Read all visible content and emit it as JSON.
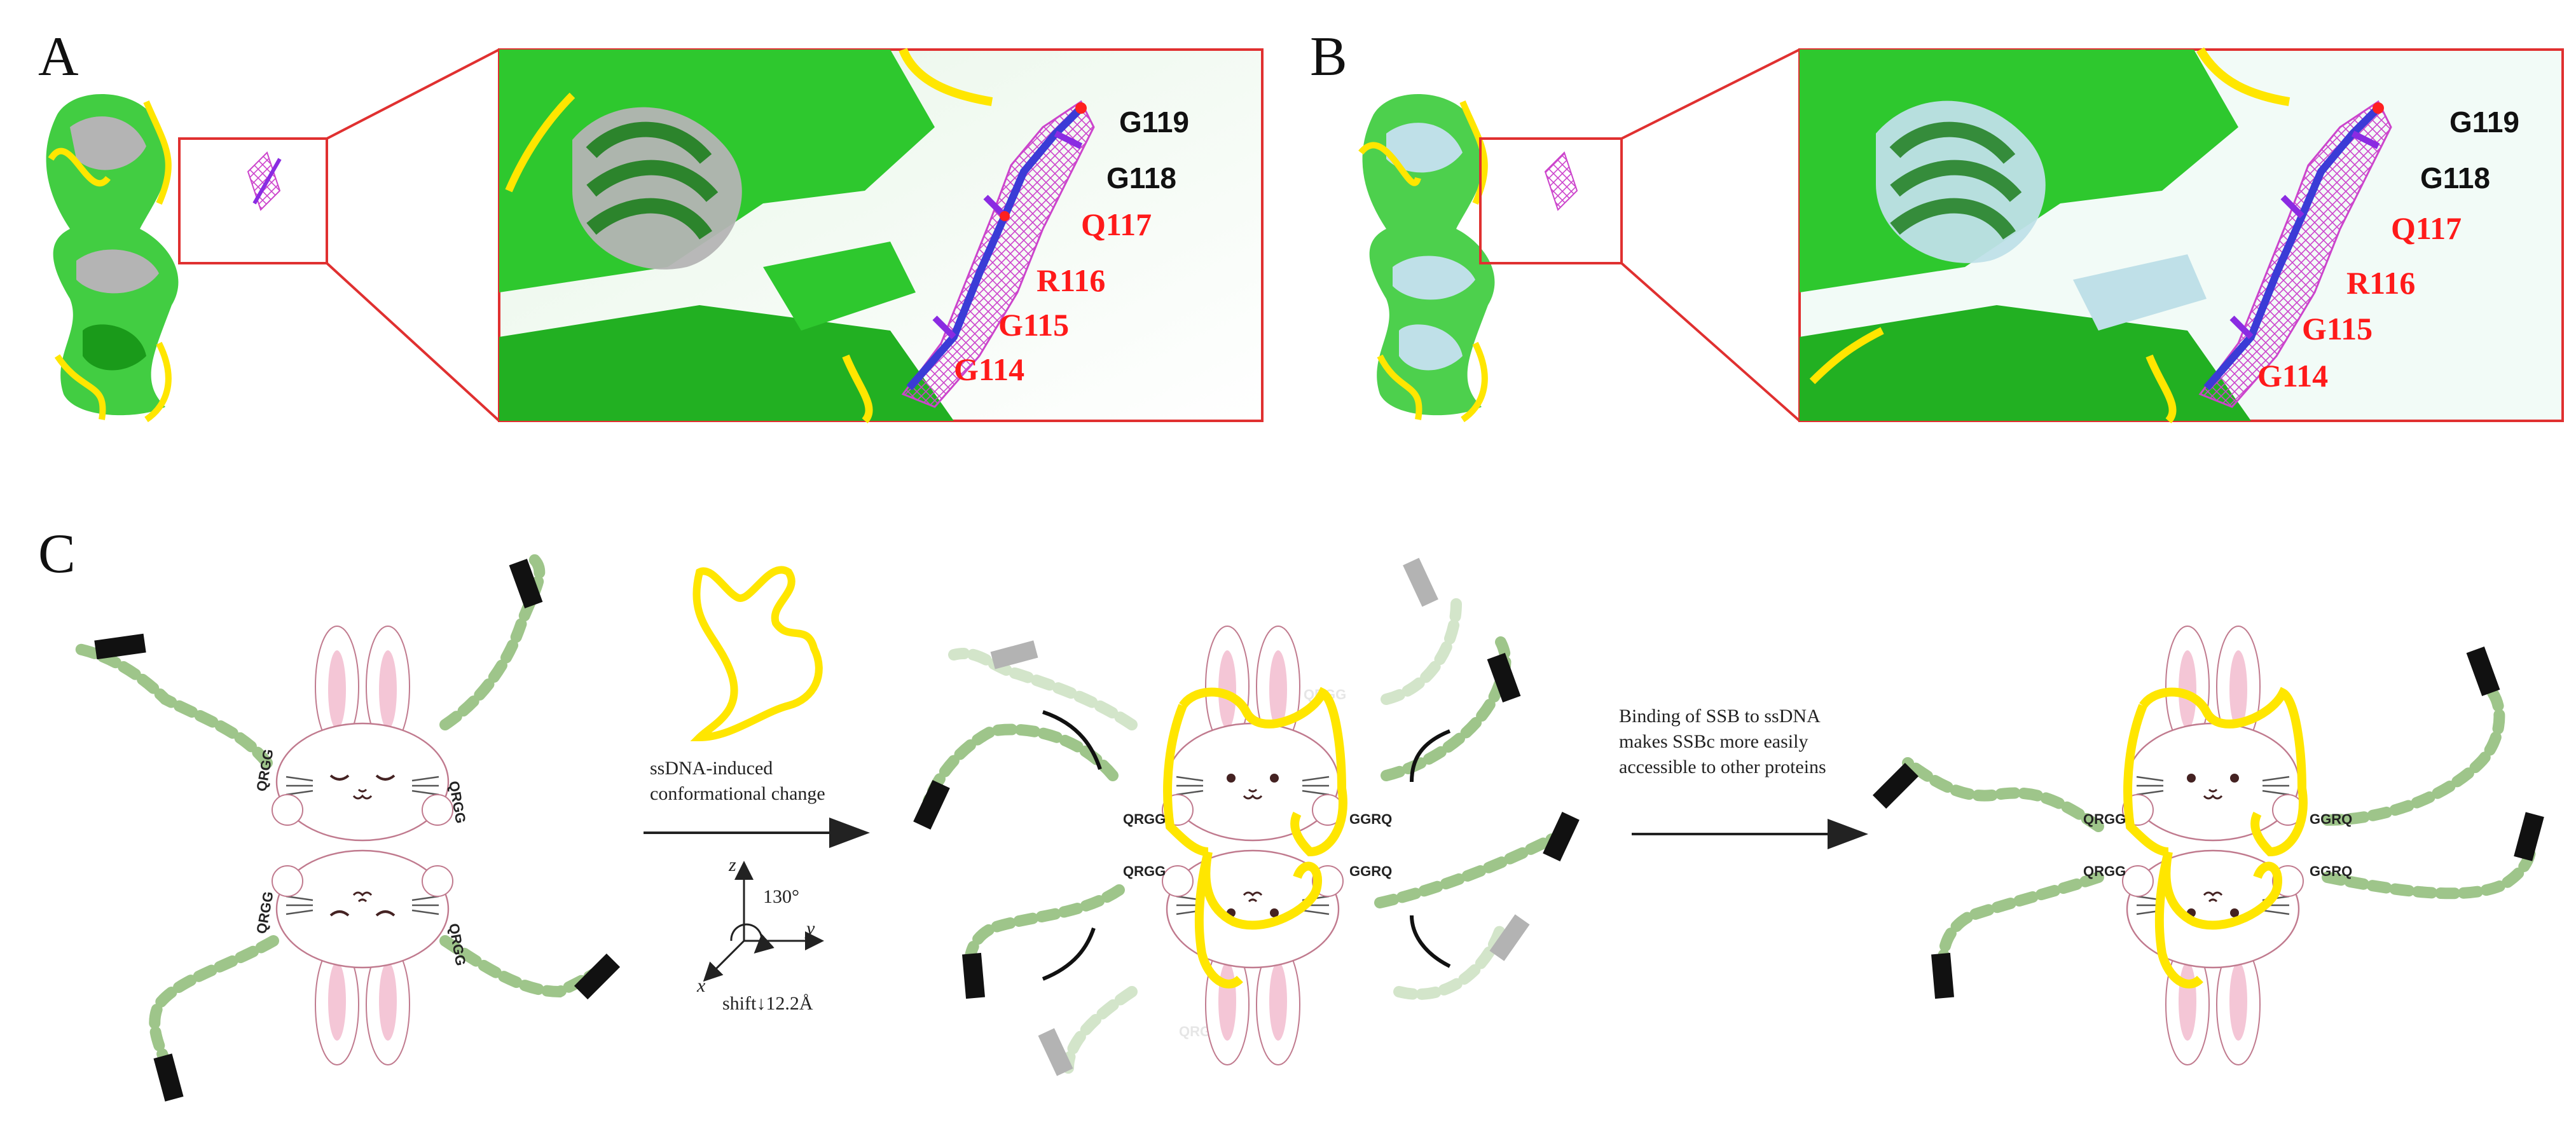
{
  "panels": {
    "a": {
      "letter": "A",
      "residues_black": [
        "G119",
        "G118"
      ],
      "residues_red": [
        "Q117",
        "R116",
        "G115",
        "G114"
      ]
    },
    "b": {
      "letter": "B",
      "residues_black": [
        "G119",
        "G118"
      ],
      "residues_red": [
        "Q117",
        "R116",
        "G115",
        "G114"
      ]
    },
    "c": {
      "letter": "C",
      "arrow1_text": [
        "ssDNA-induced",
        "conformational change"
      ],
      "axes": {
        "z": "z",
        "y": "y",
        "x": "x",
        "angle": "130°",
        "shift": "shift↓12.2Å"
      },
      "arrow2_text": [
        "Binding of SSB to ssDNA",
        "makes SSBc more easily",
        "accessible to other proteins"
      ],
      "motifs": {
        "qrgg": "QRGG",
        "ggrq": "GGRQ"
      }
    }
  },
  "colors": {
    "protein_green": "#2ec82e",
    "protein_gray": "#b4b4b4",
    "protein_lightblue": "#bfe0e8",
    "ssdna_yellow": "#ffe600",
    "mesh_magenta": "#cc44cc",
    "zoom_red": "#e03030",
    "linker_green": "#9ec58a",
    "bunny_ear_pink": "#f4c6d6"
  }
}
